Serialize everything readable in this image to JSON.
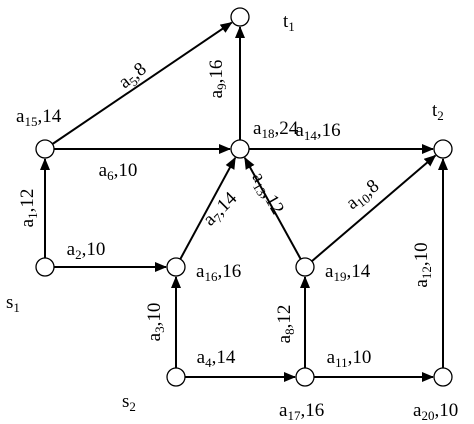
{
  "graph": {
    "nodes": [
      {
        "id": "t1",
        "label": {
          "base": "t",
          "sub": "1",
          "tail": ""
        }
      },
      {
        "id": "t2",
        "label": {
          "base": "t",
          "sub": "2",
          "tail": ""
        }
      },
      {
        "id": "a15",
        "label": {
          "base": "a",
          "sub": "15",
          "tail": ",14"
        }
      },
      {
        "id": "a18",
        "label": {
          "base": "a",
          "sub": "18",
          "tail": ",24"
        }
      },
      {
        "id": "s1",
        "label": {
          "base": "s",
          "sub": "1",
          "tail": ""
        }
      },
      {
        "id": "a16",
        "label": {
          "base": "a",
          "sub": "16",
          "tail": ",16"
        }
      },
      {
        "id": "a19",
        "label": {
          "base": "a",
          "sub": "19",
          "tail": ",14"
        }
      },
      {
        "id": "s2",
        "label": {
          "base": "s",
          "sub": "2",
          "tail": ""
        }
      },
      {
        "id": "a17",
        "label": {
          "base": "a",
          "sub": "17",
          "tail": ",16"
        }
      },
      {
        "id": "a20",
        "label": {
          "base": "a",
          "sub": "20",
          "tail": ",10"
        }
      }
    ],
    "edges": [
      {
        "id": "e-a5",
        "from": "a15",
        "to": "t1",
        "label": {
          "base": "a",
          "sub": "5",
          "tail": ",8"
        }
      },
      {
        "id": "e-a6",
        "from": "a15",
        "to": "a18",
        "label": {
          "base": "a",
          "sub": "6",
          "tail": ",10"
        }
      },
      {
        "id": "e-a9",
        "from": "a18",
        "to": "t1",
        "label": {
          "base": "a",
          "sub": "9",
          "tail": ",16"
        }
      },
      {
        "id": "e-a14",
        "from": "a18",
        "to": "t2",
        "label": {
          "base": "a",
          "sub": "14",
          "tail": ",16"
        }
      },
      {
        "id": "e-a1",
        "from": "s1",
        "to": "a15",
        "label": {
          "base": "a",
          "sub": "1",
          "tail": ",12"
        }
      },
      {
        "id": "e-a2",
        "from": "s1",
        "to": "a16",
        "label": {
          "base": "a",
          "sub": "2",
          "tail": ",10"
        }
      },
      {
        "id": "e-a7",
        "from": "a16",
        "to": "a18",
        "label": {
          "base": "a",
          "sub": "7",
          "tail": ",14"
        }
      },
      {
        "id": "e-a13",
        "from": "a19",
        "to": "a18",
        "label": {
          "base": "a",
          "sub": "13",
          "tail": ",12"
        }
      },
      {
        "id": "e-a10",
        "from": "a19",
        "to": "t2",
        "label": {
          "base": "a",
          "sub": "10",
          "tail": ",8"
        }
      },
      {
        "id": "e-a3",
        "from": "s2",
        "to": "a16",
        "label": {
          "base": "a",
          "sub": "3",
          "tail": ",10"
        }
      },
      {
        "id": "e-a4",
        "from": "s2",
        "to": "a17",
        "label": {
          "base": "a",
          "sub": "4",
          "tail": ",14"
        }
      },
      {
        "id": "e-a8",
        "from": "a17",
        "to": "a19",
        "label": {
          "base": "a",
          "sub": "8",
          "tail": ",12"
        }
      },
      {
        "id": "e-a11",
        "from": "a17",
        "to": "a20",
        "label": {
          "base": "a",
          "sub": "11",
          "tail": ",10"
        }
      },
      {
        "id": "e-a12",
        "from": "a20",
        "to": "t2",
        "label": {
          "base": "a",
          "sub": "12",
          "tail": ",10"
        }
      }
    ]
  }
}
